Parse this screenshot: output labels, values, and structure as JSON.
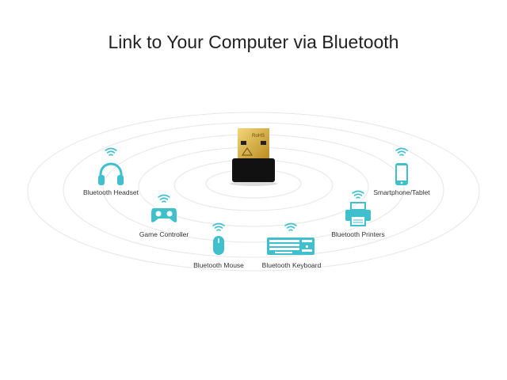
{
  "title": "Link to Your Computer via Bluetooth",
  "accent_color": "#3fc0cc",
  "dongle_marking": "RoHS",
  "devices": [
    {
      "label": "Bluetooth Headset",
      "icon": "headset-icon"
    },
    {
      "label": "Smartphone/Tablet",
      "icon": "smartphone-icon"
    },
    {
      "label": "Game Controller",
      "icon": "gamepad-icon"
    },
    {
      "label": "Bluetooth Printers",
      "icon": "printer-icon"
    },
    {
      "label": "Bluetooth Mouse",
      "icon": "mouse-icon"
    },
    {
      "label": "Bluetooth Keyboard",
      "icon": "keyboard-icon"
    }
  ]
}
